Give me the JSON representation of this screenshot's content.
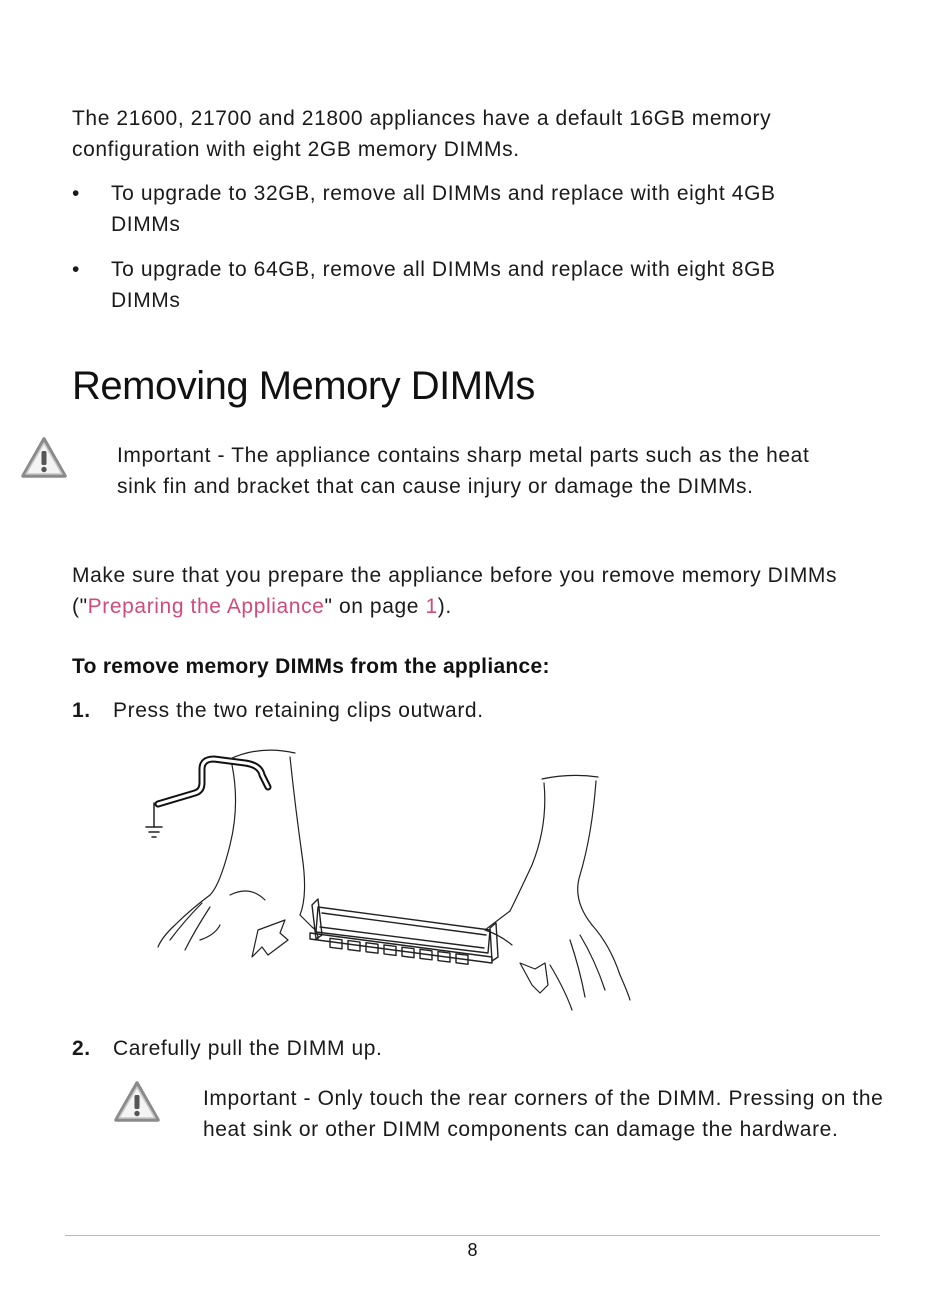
{
  "intro": "The 21600, 21700 and 21800 appliances have a default 16GB memory configuration with eight 2GB memory DIMMs.",
  "bullets": [
    "To upgrade to 32GB, remove all DIMMs and replace with eight 4GB DIMMs",
    "To upgrade to 64GB, remove all DIMMs and replace with eight 8GB DIMMs"
  ],
  "bullet_symbol": "•",
  "section_title": "Removing Memory DIMMs",
  "important_1": {
    "icon": "warning-icon",
    "lead": "Important",
    "text": " - The appliance contains sharp metal parts such as the heat sink fin and bracket that can cause injury or damage the DIMMs."
  },
  "prep": {
    "before": "Make sure that you prepare the appliance before you remove memory DIMMs (\"",
    "link": "Preparing the Appliance",
    "middle": "\" on page ",
    "page_link": "1",
    "after": ")."
  },
  "procedure_heading": "To remove memory DIMMs from the appliance:",
  "steps": [
    {
      "num": "1.",
      "text": "Press the two retaining clips outward."
    },
    {
      "num": "2.",
      "text": "Carefully pull the DIMM up."
    }
  ],
  "important_2": {
    "icon": "warning-icon",
    "lead": "Important",
    "text": " - Only touch the rear corners of the DIMM. Pressing on the heat sink or other DIMM components can damage the hardware."
  },
  "footer": {
    "page_number": "8",
    "rule_color": "#e7a2b8"
  },
  "colors": {
    "link": "#d14a7a"
  }
}
